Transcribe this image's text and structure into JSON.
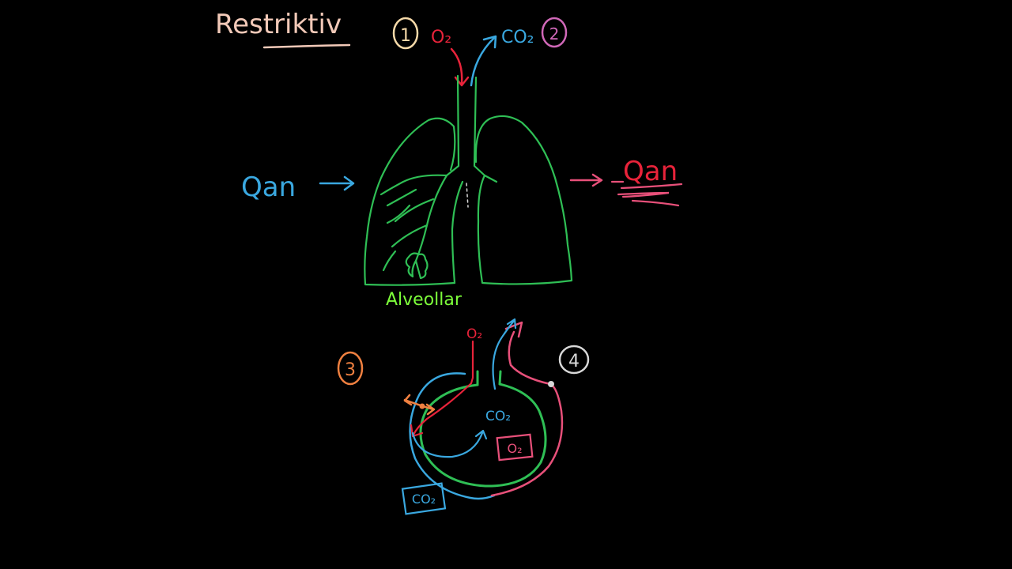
{
  "title": "Restriktiv",
  "labels": {
    "blood_in": "Qan",
    "blood_out": "Qan",
    "alveoli": "Alveollar"
  },
  "steps": [
    "1",
    "2",
    "3",
    "4"
  ],
  "gases": {
    "o2_top": "O₂",
    "co2_top": "CO₂",
    "o2_alveolus": "O₂",
    "co2_alveolus": "CO₂",
    "o2_box": "O₂",
    "co2_box": "CO₂"
  },
  "colors": {
    "background": "#000000",
    "title": "#f2c9b8",
    "lung": "#2fbf55",
    "blood_blue": "#3aa8e0",
    "blood_red": "#e8233a",
    "pink": "#e8507a",
    "alveoli_label": "#7dff3a",
    "step1": "#f5d9a8",
    "step2": "#d068b8",
    "step3": "#f08040",
    "step4": "#d8d8d8",
    "orange": "#f08040"
  },
  "icons": [
    "right-arrow-icon",
    "alveolus-icon",
    "lungs-icon"
  ]
}
